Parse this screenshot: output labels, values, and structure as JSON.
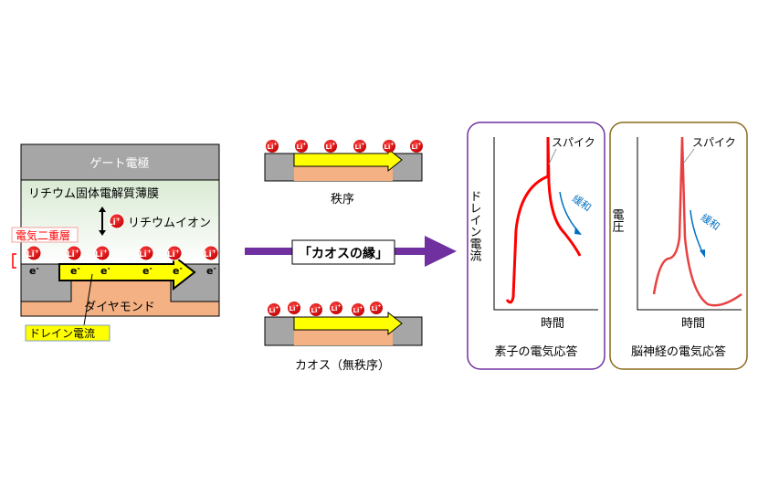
{
  "device": {
    "gate": "ゲート電極",
    "electrolyte": "リチウム固体電解質薄膜",
    "li_ion": "リチウムイオン",
    "li": "Li",
    "li_sup": "+",
    "edl": "電気二重層",
    "electron": "e",
    "electron_sup": "-",
    "diamond": "ダイヤモンド",
    "drain_current": "ドレイン電流"
  },
  "states": {
    "ordered": "秩序",
    "chaos": "カオス（無秩序）",
    "edge": "「カオスの縁」"
  },
  "panels": [
    {
      "ylabel": "ドレイン電流",
      "xlabel": "時間",
      "spike": "スパイク",
      "relax": "緩和",
      "caption": "素子の電気応答"
    },
    {
      "ylabel": "電圧",
      "xlabel": "時間",
      "spike": "スパイク",
      "relax": "緩和",
      "caption": "脳神経の電気応答"
    }
  ],
  "colors": {
    "purple": "#7030a0",
    "gold": "#8b6b1a",
    "red": "#ff0000",
    "blue": "#0070c0",
    "yellow": "#ffff00",
    "orange": "#f4b183",
    "gray": "#a6a6a6"
  }
}
